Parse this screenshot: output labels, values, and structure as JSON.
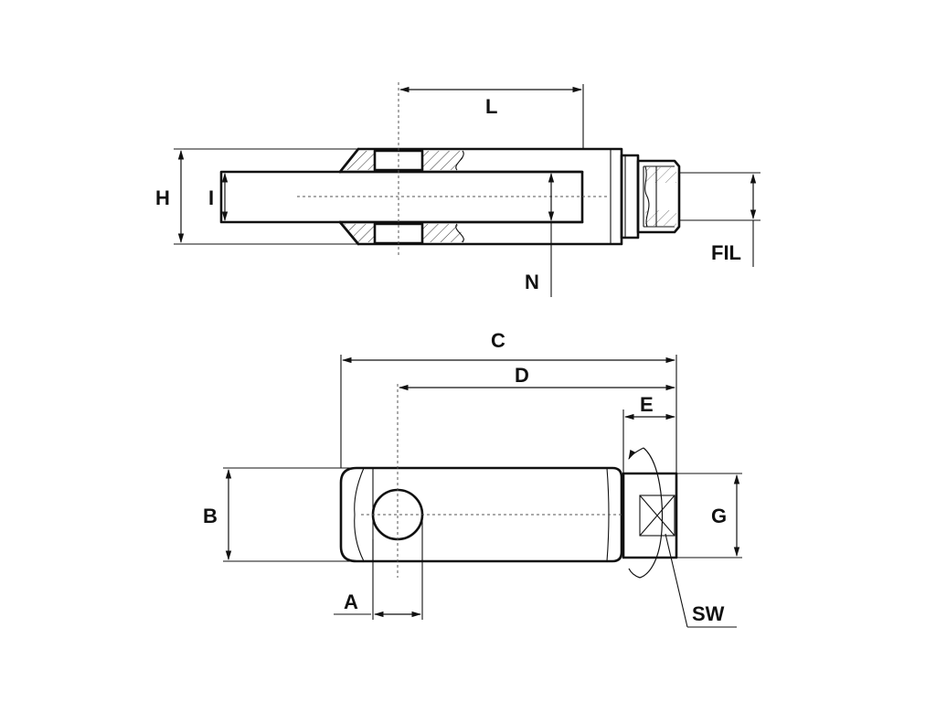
{
  "diagram": {
    "labels": {
      "L": "L",
      "H": "H",
      "I": "I",
      "N": "N",
      "FIL": "FIL",
      "C": "C",
      "D": "D",
      "E": "E",
      "B": "B",
      "G": "G",
      "A": "A",
      "SW": "SW"
    }
  }
}
